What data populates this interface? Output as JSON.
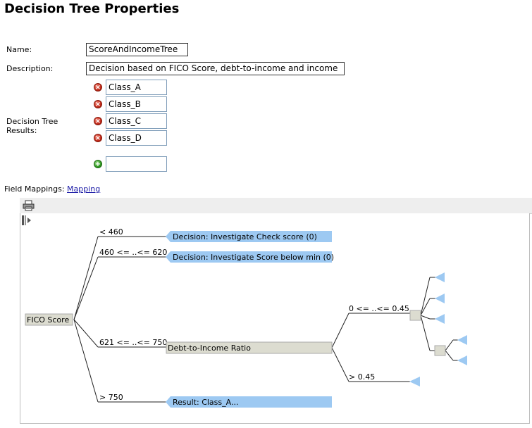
{
  "page": {
    "title": "Decision Tree Properties"
  },
  "form": {
    "name_label": "Name:",
    "name_value": "ScoreAndIncomeTree",
    "description_label": "Description:",
    "description_value": "Decision based on FICO Score, debt-to-income and income",
    "results_label_line1": "Decision Tree",
    "results_label_line2": "Results:",
    "results": [
      "Class_A",
      "Class_B",
      "Class_C",
      "Class_D"
    ],
    "new_result_value": "",
    "field_mappings_label": "Field Mappings:",
    "field_mappings_link": "Mapping"
  },
  "toolbar": {
    "print_icon": "printer-icon",
    "collapse_icon": "collapse-panel-icon"
  },
  "tree": {
    "root": "FICO Score",
    "branches": [
      {
        "condition": "< 460",
        "node": "Decision: Investigate Check score (0)"
      },
      {
        "condition": "460 <= ..<= 620",
        "node": "Decision: Investigate Score below min (0)"
      },
      {
        "condition": "621 <= ..<= 750",
        "node": "Debt-to-Income Ratio"
      },
      {
        "condition": "> 750",
        "node": "Result: Class_A..."
      }
    ],
    "subbranches": [
      {
        "condition": "0 <= ..<= 0.45"
      },
      {
        "condition": "> 0.45"
      }
    ]
  },
  "colors": {
    "decision_fill": "#9dc9f2",
    "node_fill": "#dcdcd0",
    "line": "#222222"
  }
}
